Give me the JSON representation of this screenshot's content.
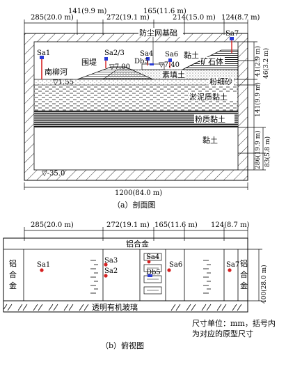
{
  "section": {
    "caption": "（a）剖面图",
    "top_dims": [
      "285(20.0 m)",
      "141(9.9 m)",
      "272(19.1 m)",
      "165(11.6 m)",
      "214(15.0 m)",
      "124(8.7 m)"
    ],
    "right_dims": [
      "41(2.9 m)",
      "46(3.2 m)",
      "141(9.9 m)",
      "286(19.9 m)",
      "83(5.8 m)"
    ],
    "bottom_dim": "1200(84.0 m)",
    "labels": {
      "foundation": "防尘网基础",
      "river": "南柳河",
      "embankment": "围堤",
      "fill": "素填土",
      "clay_top": "黏土",
      "ore": "矿石体",
      "silty_sand": "粉细砂",
      "muddy_clay": "淤泥质黏土",
      "silty_clay": "粉质黏土",
      "clay": "黏土"
    },
    "levels": {
      "water": "▽1.55",
      "embankment": "▽7.00",
      "top": "▽7.40",
      "bottom": "▽-35.0"
    },
    "sensors": {
      "sa1": "Sa1",
      "sa23": "Sa2/3",
      "sa4": "Sa4",
      "db5": "Db5",
      "sa6": "Sa6",
      "sa7": "Sa7"
    }
  },
  "plan": {
    "caption": "（b）俯视图",
    "top_dims": [
      "285(20.0 m)",
      "272(19.1 m)",
      "165(11.6 m)",
      "124(8.7 m)"
    ],
    "right_dim": "400(28.0 m)",
    "top_wall": "铝合金",
    "left_wall": [
      "铝",
      "合",
      "金"
    ],
    "right_wall": [
      "铝",
      "合",
      "金"
    ],
    "glass": "透明有机玻璃",
    "sensors": {
      "sa1": "Sa1",
      "sa2": "Sa2",
      "sa3": "Sa3",
      "sa4": "Sa4",
      "db5": "Db5",
      "sa6": "Sa6",
      "sa7": "Sa7"
    }
  },
  "note": [
    "尺寸单位：mm，括号内",
    "为对应的原型尺寸"
  ],
  "colors": {
    "sensor_blue": "#2a3bd6",
    "sensor_red": "#d62020",
    "sensor_red_line": "#d62020"
  }
}
